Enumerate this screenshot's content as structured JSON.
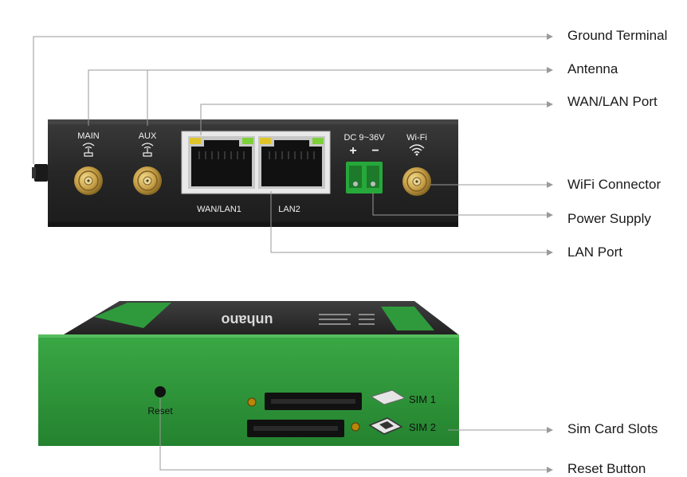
{
  "callouts": [
    {
      "id": "ground",
      "label": "Ground Terminal"
    },
    {
      "id": "antenna",
      "label": "Antenna"
    },
    {
      "id": "wanlan",
      "label": "WAN/LAN Port"
    },
    {
      "id": "wifi",
      "label": "WiFi Connector"
    },
    {
      "id": "power",
      "label": "Power Supply"
    },
    {
      "id": "lan",
      "label": "LAN Port"
    },
    {
      "id": "sim",
      "label": "Sim Card Slots"
    },
    {
      "id": "reset",
      "label": "Reset Button"
    }
  ],
  "front_panel": {
    "main_label": "MAIN",
    "aux_label": "AUX",
    "port1_label": "WAN/LAN1",
    "port2_label": "LAN2",
    "dc_label": "DC 9~36V",
    "plus": "+",
    "minus": "−",
    "wifi_label": "Wi-Fi"
  },
  "side_panel": {
    "reset_label": "Reset",
    "sim1_label": "SIM 1",
    "sim2_label": "SIM 2",
    "brand": "unhano"
  },
  "colors": {
    "leader": "#9a9a9a",
    "case": "#2b2b2b",
    "green": "#2f9a3c",
    "gold": "#c9a84a",
    "port_frame": "#e6e6e6"
  }
}
